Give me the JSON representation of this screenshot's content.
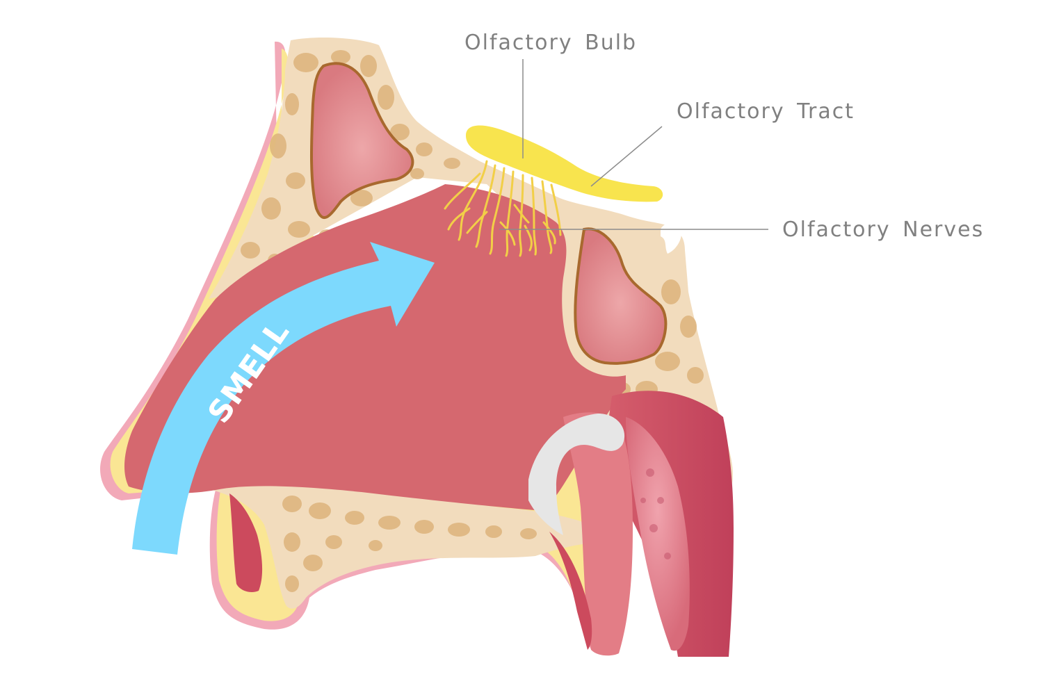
{
  "labels": {
    "bulb": "Olfactory Bulb",
    "tract": "Olfactory Tract",
    "nerves": "Olfactory Nerves"
  },
  "arrow_text": "SMELL",
  "colors": {
    "skin_outline": "#f2a9b8",
    "fat": "#fae694",
    "bone": "#f2dcbd",
    "bone_pore": "#ddb37c",
    "cavity": "#d5686f",
    "sinus": "#e39ea0",
    "bulb": "#f8e44e",
    "nerve": "#f2cf47",
    "arrow": "#7dd9fd",
    "throat": "#c8485c",
    "cartilage": "#e6e6e6",
    "label_text": "#808080"
  }
}
